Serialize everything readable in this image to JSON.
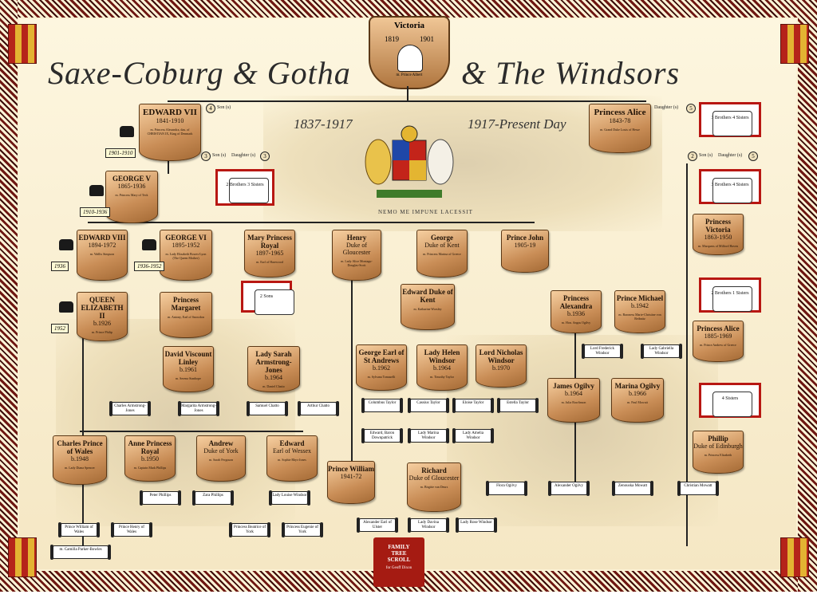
{
  "title_left": "Saxe-Coburg & Gotha",
  "title_right": "& The Windsors",
  "dates_left": "1837-1917",
  "dates_right": "1917-Present Day",
  "motto": "NEMO ME IMPUNE LACESSIT",
  "victoria": {
    "name": "Victoria",
    "from": "1819",
    "to": "1901",
    "spouse": "m. Prince Albert"
  },
  "footer": {
    "line1": "FAMILY",
    "line2": "TREE",
    "line3": "SCROLL",
    "credit": "for Geoff Dixon"
  },
  "people": [
    {
      "id": "edward7",
      "name": "EDWARD VII",
      "dates": "1841-1910",
      "spouse": "m. Princess Alexandra, dau. of CHRISTIAN IX, King of Denmark"
    },
    {
      "id": "george5",
      "name": "GEORGE V",
      "dates": "1865-1936",
      "spouse": "m. Princess Mary of Teck"
    },
    {
      "id": "edward8",
      "name": "EDWARD VIII",
      "dates": "1894-1972",
      "spouse": "m. Wallis Simpson"
    },
    {
      "id": "george6",
      "name": "GEORGE VI",
      "dates": "1895-1952",
      "spouse": "m. Lady Elizabeth Bowes-Lyon (The Queen Mother)"
    },
    {
      "id": "mary",
      "name": "Mary Princess Royal",
      "dates": "1897-1965",
      "spouse": "m. Earl of Harewood"
    },
    {
      "id": "henry",
      "name": "Henry",
      "dates": "Duke of Gloucester",
      "spouse": "m. Lady Alice Montagu-Douglas-Scott"
    },
    {
      "id": "georgek",
      "name": "George",
      "dates": "Duke of Kent",
      "spouse": "m. Princess Marina of Greece"
    },
    {
      "id": "john",
      "name": "Prince John",
      "dates": "1905-19",
      "spouse": ""
    },
    {
      "id": "elizabeth2",
      "name": "QUEEN ELIZABETH II",
      "dates": "b.1926",
      "spouse": "m. Prince Philip"
    },
    {
      "id": "margaret",
      "name": "Princess Margaret",
      "dates": "",
      "spouse": "m. Antony, Earl of Snowdon"
    },
    {
      "id": "edwardk",
      "name": "Edward Duke of Kent",
      "dates": "",
      "spouse": "m. Katharine Worsley"
    },
    {
      "id": "david",
      "name": "David Viscount Linley",
      "dates": "b.1961",
      "spouse": "m. Serena Stanhope"
    },
    {
      "id": "sarah",
      "name": "Lady Sarah Armstrong-Jones",
      "dates": "b.1964",
      "spouse": "m. Daniel Chatto"
    },
    {
      "id": "georgestA",
      "name": "George Earl of St Andrews",
      "dates": "b.1962",
      "spouse": "m. Sylvana Tomaselli"
    },
    {
      "id": "helen",
      "name": "Lady Helen Windsor",
      "dates": "b.1964",
      "spouse": "m. Timothy Taylor"
    },
    {
      "id": "nicholas",
      "name": "Lord Nicholas Windsor",
      "dates": "b.1970",
      "spouse": ""
    },
    {
      "id": "charles",
      "name": "Charles Prince of Wales",
      "dates": "b.1948",
      "spouse": "m. Lady Diana Spencer"
    },
    {
      "id": "anne",
      "name": "Anne Princess Royal",
      "dates": "b.1950",
      "spouse": "m. Captain Mark Phillips"
    },
    {
      "id": "andrew",
      "name": "Andrew",
      "dates": "Duke of York",
      "spouse": "m. Sarah Ferguson"
    },
    {
      "id": "edwardw",
      "name": "Edward",
      "dates": "Earl of Wessex",
      "spouse": "m. Sophie Rhys-Jones"
    },
    {
      "id": "william",
      "name": "Prince William",
      "dates": "1941-72",
      "spouse": ""
    },
    {
      "id": "richard",
      "name": "Richard",
      "dates": "Duke of Gloucester",
      "spouse": "m. Birgitte van Deurs"
    },
    {
      "id": "alice",
      "name": "Princess Alice",
      "dates": "1843-78",
      "spouse": "m. Grand Duke Louis of Hesse"
    },
    {
      "id": "victoriab",
      "name": "Princess Victoria",
      "dates": "1863-1950",
      "spouse": "m. Marquess of Milford Haven"
    },
    {
      "id": "aliceb",
      "name": "Princess Alice",
      "dates": "1885-1969",
      "spouse": "m. Prince Andrew of Greece"
    },
    {
      "id": "philip",
      "name": "Phillip",
      "dates": "Duke of Edinburgh",
      "spouse": "m. Princess Elizabeth"
    },
    {
      "id": "alexandra",
      "name": "Princess Alexandra",
      "dates": "b.1936",
      "spouse": "m. Hon. Angus Ogilvy"
    },
    {
      "id": "michael",
      "name": "Prince Michael",
      "dates": "b.1942",
      "spouse": "m. Baroness Marie-Christine von Reibnitz"
    },
    {
      "id": "james",
      "name": "James Ogilvy",
      "dates": "b.1964",
      "spouse": "m. Julia Rawlinson"
    },
    {
      "id": "marina",
      "name": "Marina Ogilvy",
      "dates": "b.1966",
      "spouse": "m. Paul Mowatt"
    }
  ],
  "scrolls": [
    {
      "id": "s1",
      "text": "Charles Armstrong-Jones"
    },
    {
      "id": "s2",
      "text": "Margarita Armstrong-Jones"
    },
    {
      "id": "s3",
      "text": "Samuel Chatto"
    },
    {
      "id": "s4",
      "text": "Arthur Chatto"
    },
    {
      "id": "s5",
      "text": "Columbus Taylor"
    },
    {
      "id": "s6",
      "text": "Cassius Taylor"
    },
    {
      "id": "s7",
      "text": "Eloise Taylor"
    },
    {
      "id": "s8",
      "text": "Estella Taylor"
    },
    {
      "id": "s9",
      "text": "Edward, Baron Downpatrick"
    },
    {
      "id": "s10",
      "text": "Lady Marina Windsor"
    },
    {
      "id": "s11",
      "text": "Lady Amelia Windsor"
    },
    {
      "id": "s12",
      "text": "Peter Phillips"
    },
    {
      "id": "s13",
      "text": "Zara Phillips"
    },
    {
      "id": "s14",
      "text": "Prince William of Wales"
    },
    {
      "id": "s15",
      "text": "Prince Henry of Wales"
    },
    {
      "id": "s16",
      "text": "Princess Beatrice of York"
    },
    {
      "id": "s17",
      "text": "Princess Eugenie of York"
    },
    {
      "id": "s18",
      "text": "Lady Louise Windsor"
    },
    {
      "id": "s19",
      "text": "Alexander Earl of Ulster"
    },
    {
      "id": "s20",
      "text": "Lady Davina Windsor"
    },
    {
      "id": "s21",
      "text": "Lady Rose Windsor"
    },
    {
      "id": "s22",
      "text": "Lord Frederick Windsor"
    },
    {
      "id": "s23",
      "text": "Lady Gabriella Windsor"
    },
    {
      "id": "s24",
      "text": "Flora Ogilvy"
    },
    {
      "id": "s25",
      "text": "Alexander Ogilvy"
    },
    {
      "id": "s26",
      "text": "Zenouska Mowatt"
    },
    {
      "id": "s27",
      "text": "Christian Mowatt"
    },
    {
      "id": "s28",
      "text": "m. Camilla Parker-Bowles"
    }
  ],
  "books": [
    {
      "id": "b1",
      "line1": "3 Brothers",
      "line2": "4 Sisters"
    },
    {
      "id": "b2",
      "line1": "2 Brothers",
      "line2": "3 Sisters"
    },
    {
      "id": "b3",
      "line1": "3 Brothers",
      "line2": "4 Sisters"
    },
    {
      "id": "b4",
      "line1": "2 Sons",
      "line2": ""
    },
    {
      "id": "b5",
      "line1": "2 Brothers",
      "line2": "1 Sisters"
    },
    {
      "id": "b6",
      "line1": "4 Sisters",
      "line2": ""
    }
  ],
  "reigns": [
    {
      "id": "r1",
      "text": "1901-1910"
    },
    {
      "id": "r2",
      "text": "1910-1936"
    },
    {
      "id": "r3",
      "text": "1936"
    },
    {
      "id": "r4",
      "text": "1936-1952"
    },
    {
      "id": "r5",
      "text": "1952"
    }
  ],
  "counts": {
    "edward7": {
      "sons": "4",
      "daughters": "5"
    },
    "george5": {
      "sons": "3",
      "daughters": "3"
    },
    "alice": {
      "sons": "2",
      "daughters": "5"
    },
    "son_label": "Son (s)",
    "dau_label": "Daughter (s)"
  }
}
